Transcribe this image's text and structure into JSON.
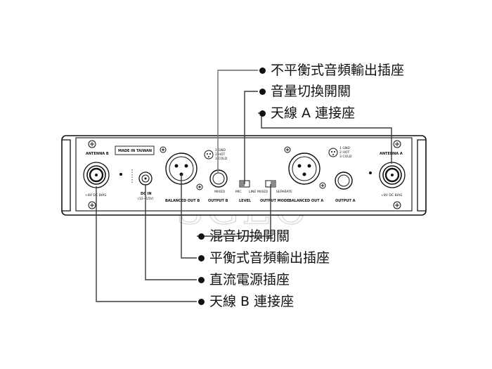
{
  "callouts_top": [
    {
      "id": "unbalanced",
      "text": "不平衡式音頻輸出插座"
    },
    {
      "id": "level-switch",
      "text": "音量切換開關"
    },
    {
      "id": "antenna-a",
      "text": "天線 A 連接座"
    }
  ],
  "callouts_bottom": [
    {
      "id": "mix-switch",
      "text": "混音切換開關"
    },
    {
      "id": "balanced",
      "text": "平衡式音頻輸出插座"
    },
    {
      "id": "dc-jack",
      "text": "直流電源插座"
    },
    {
      "id": "antenna-b",
      "text": "天線 B 連接座"
    }
  ],
  "panel": {
    "made_in": "MADE IN TAIWAN",
    "antenna_b": "ANTENNA B",
    "antenna_a": "ANTENNA A",
    "bias_b": "+8V DC BIAS",
    "bias_a": "+8V DC BIAS",
    "dc_in": "DC IN",
    "dc_spec": "(12~15V)",
    "balanced_out_b": "BALANCED OUT B",
    "output_b": "OUTPUT B",
    "level": "LEVEL",
    "mic": "MIC",
    "line": "LINE",
    "mixed": "MIXED",
    "separate": "SEPARATE",
    "output_mode": "OUTPUT MODE",
    "balanced_out_a": "BALANCED OUT A",
    "output_a": "OUTPUT A",
    "mixed_b": "MIXED",
    "pin1": "1 GND",
    "pin2": "2 HOT",
    "pin3": "3 COLD"
  },
  "watermark": "SGEC"
}
